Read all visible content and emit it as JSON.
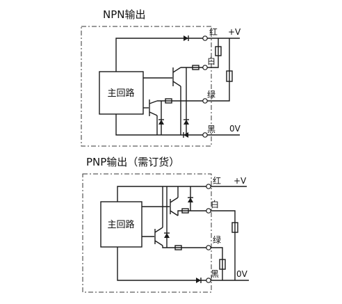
{
  "npn": {
    "title": "NPN输出",
    "main_circuit": "主回路",
    "red": "红",
    "white": "白",
    "green": "绿",
    "black": "黑",
    "vplus": "+V",
    "zero_v": "0V"
  },
  "pnp": {
    "title": "PNP输出（需订货）",
    "main_circuit": "主回路",
    "red": "红",
    "white": "白",
    "green": "绿",
    "black": "黑",
    "vplus": "+V",
    "zero_v": "0V"
  }
}
